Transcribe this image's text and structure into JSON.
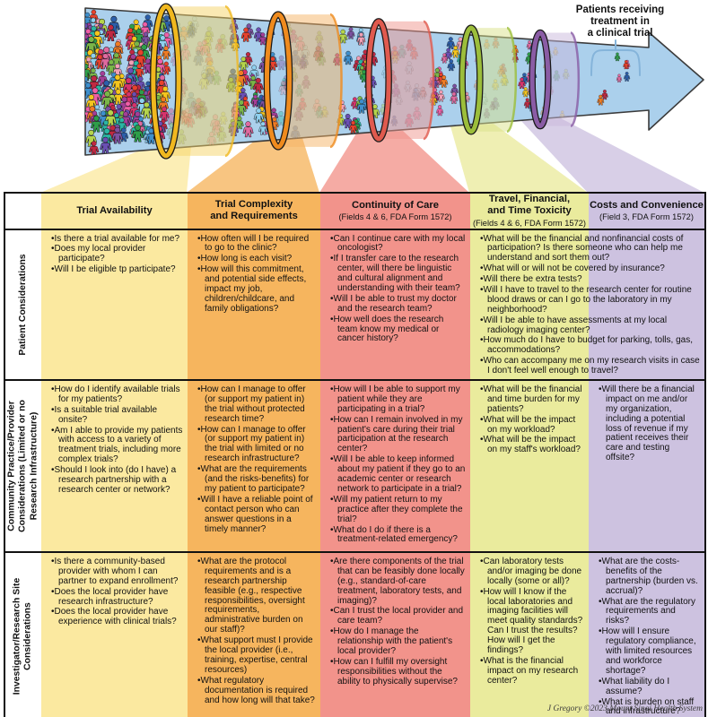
{
  "illustration": {
    "arrow_label": "Patients receiving\ntreatment in\na clinical trial",
    "arrow_color": "#ABD0EC",
    "arrow_outline": "#3B3B3B",
    "bracket_color": "#85B4DA",
    "people_palette": [
      "#E8412C",
      "#F07C23",
      "#F5C51D",
      "#7AB648",
      "#2E9E49",
      "#2BB6A3",
      "#3E8FCC",
      "#2C5FAA",
      "#7C51A1",
      "#A43E97",
      "#D6336C",
      "#EF5FA7",
      "#F2A0B5",
      "#8FD0EF",
      "#B5D44B",
      "#C02942",
      "#E06A9F",
      "#6A4FB3"
    ],
    "rings": [
      {
        "name": "trial-availability-ring",
        "color": "#F0B81F",
        "band": "#F6D468"
      },
      {
        "name": "trial-complexity-ring",
        "color": "#EF8B1E",
        "band": "#F5B466"
      },
      {
        "name": "continuity-of-care-ring",
        "color": "#E05A4E",
        "band": "#F0958D"
      },
      {
        "name": "travel-toxicity-ring",
        "color": "#9CBE3B",
        "band": "#D9E289"
      },
      {
        "name": "costs-convenience-ring",
        "color": "#8A5CA5",
        "band": "#C9B7DC"
      }
    ]
  },
  "table": {
    "columns": [
      {
        "id": "availability",
        "title": "Trial Availability",
        "subtitle": "",
        "color": "#FBE9A0"
      },
      {
        "id": "complexity",
        "title": "Trial Complexity\nand Requirements",
        "subtitle": "",
        "color": "#F6B55E"
      },
      {
        "id": "continuity",
        "title": "Continuity of Care",
        "subtitle": "(Fields 4 & 6, FDA Form 1572)",
        "color": "#F2938B"
      },
      {
        "id": "travel",
        "title": "Travel, Financial,\nand Time Toxicity",
        "subtitle": "(Fields 4 & 6, FDA Form 1572)",
        "color": "#EAEB9D"
      },
      {
        "id": "costs",
        "title": "Costs and Convenience",
        "subtitle": "(Field 3, FDA Form 1572)",
        "color": "#CDC2E0"
      }
    ],
    "row_labels": [
      "Patient Considerations",
      "Community Practice/Provider\nConsiderations  (Limited or no\nResearch Infrastructure)",
      "Investigator/Research Site\nConsiderations"
    ],
    "rows": {
      "patient": {
        "availability": [
          "Is there a trial available for me?",
          "Does my local provider participate?",
          "Will I be eligible tp participate?"
        ],
        "complexity": [
          "How often will I be required to go to the clinic?",
          "How long is each visit?",
          "How will this commitment, and potential side effects, impact my job, children/childcare, and family obligations?"
        ],
        "continuity": [
          "Can I continue care with my local oncologist?",
          "If I transfer care to the research center, will there be linguistic and cultural alignment and understanding with their team?",
          "Will I be able to trust my doctor and the research team?",
          "How well does the research team know my medical or cancer history?"
        ],
        "travel_costs": [
          "What will be the financial and nonfinancial costs of participation? Is there someone who can help me understand and sort them out?",
          "What will or will not be covered by insurance?",
          "Will there be extra tests?",
          "Will I have to travel to the research center for routine blood draws or can I go to the laboratory in my neighborhood?",
          "Will I be able to have assessments at my local radiology imaging center?",
          "How much do I have to budget for parking, tolls, gas, accommodations?",
          "Who can accompany me on my research visits in case I don't feel well enough to travel?"
        ]
      },
      "community": {
        "availability": [
          "How do I identify available trials for my patients?",
          "Is a suitable trial available onsite?",
          "Am I able to provide my patients with access to a variety of treatment trials, including more complex trials?",
          "Should I look into (do I have) a research partnership with a research center or network?"
        ],
        "complexity": [
          "How can I manage to offer (or support my patient in) the trial without protected research time?",
          "How can I manage to offer (or support my patient in) the trial with limited or no research infrastructure?",
          "What are the requirements (and the risks-benefits) for my patient to participate?",
          "Will I have a reliable point of contact person who can answer questions in a timely manner?"
        ],
        "continuity": [
          "How will I be able to support my patient while they are participating in a trial?",
          "How can I remain involved in my patient's care during their trial participation at the research center?",
          "Will I be able to keep informed about my patient if they go to an academic center or research network to participate in a trial?",
          "Will my patient return to my practice after they complete the trial?",
          "What do I do if there is a treatment-related emergency?"
        ],
        "travel": [
          "What will be the financial and time burden for my patients?",
          "What will be the impact on my workload?",
          "What will be the impact on my staff's workload?"
        ],
        "costs": [
          "Will there be a financial impact on me and/or my organization, including a potential loss of revenue if my patient receives their care and testing offsite?"
        ]
      },
      "investigator": {
        "availability": [
          "Is there a community-based provider with whom I can partner to expand enrollment?",
          "Does the local provider have research infrastructure?",
          "Does the local provider have experience with clinical trials?"
        ],
        "complexity": [
          "What are the protocol requirements and is a research partnership feasible (e.g., respective responsibilities, oversight requirements, administrative burden on our staff)?",
          "What support must I provide the local provider (i.e., training, expertise, central resources)",
          "What regulatory documentation is required and how long will that take?"
        ],
        "continuity": [
          "Are there components of the trial that can be feasibly done locally (e.g., standard-of-care treatment, laboratory tests, and imaging)?",
          "Can I trust the local provider and care team?",
          "How do I manage the relationship with the patient's local provider?",
          "How can I fulfill my oversight responsibilities without the ability to physically supervise?"
        ],
        "travel": [
          "Can laboratory tests and/or imaging be done locally (some or all)?",
          "How will I know if the local laboratories and imaging facilities will meet quality standards? Can I trust the results? How will I get the findings?",
          "What is the financial impact on my research center?"
        ],
        "costs": [
          "What are the costs-benefits of the partnership (burden vs. accrual)?",
          "What are the regulatory requirements and risks?",
          "How will I ensure regulatory compliance, with limited resources and workforce shortage?",
          "What liability do I assume?",
          "What is burden on staff and infrastructure?"
        ]
      }
    }
  },
  "footer": {
    "credit": "J Gregory ©2023 Mount Sinai Health System"
  }
}
